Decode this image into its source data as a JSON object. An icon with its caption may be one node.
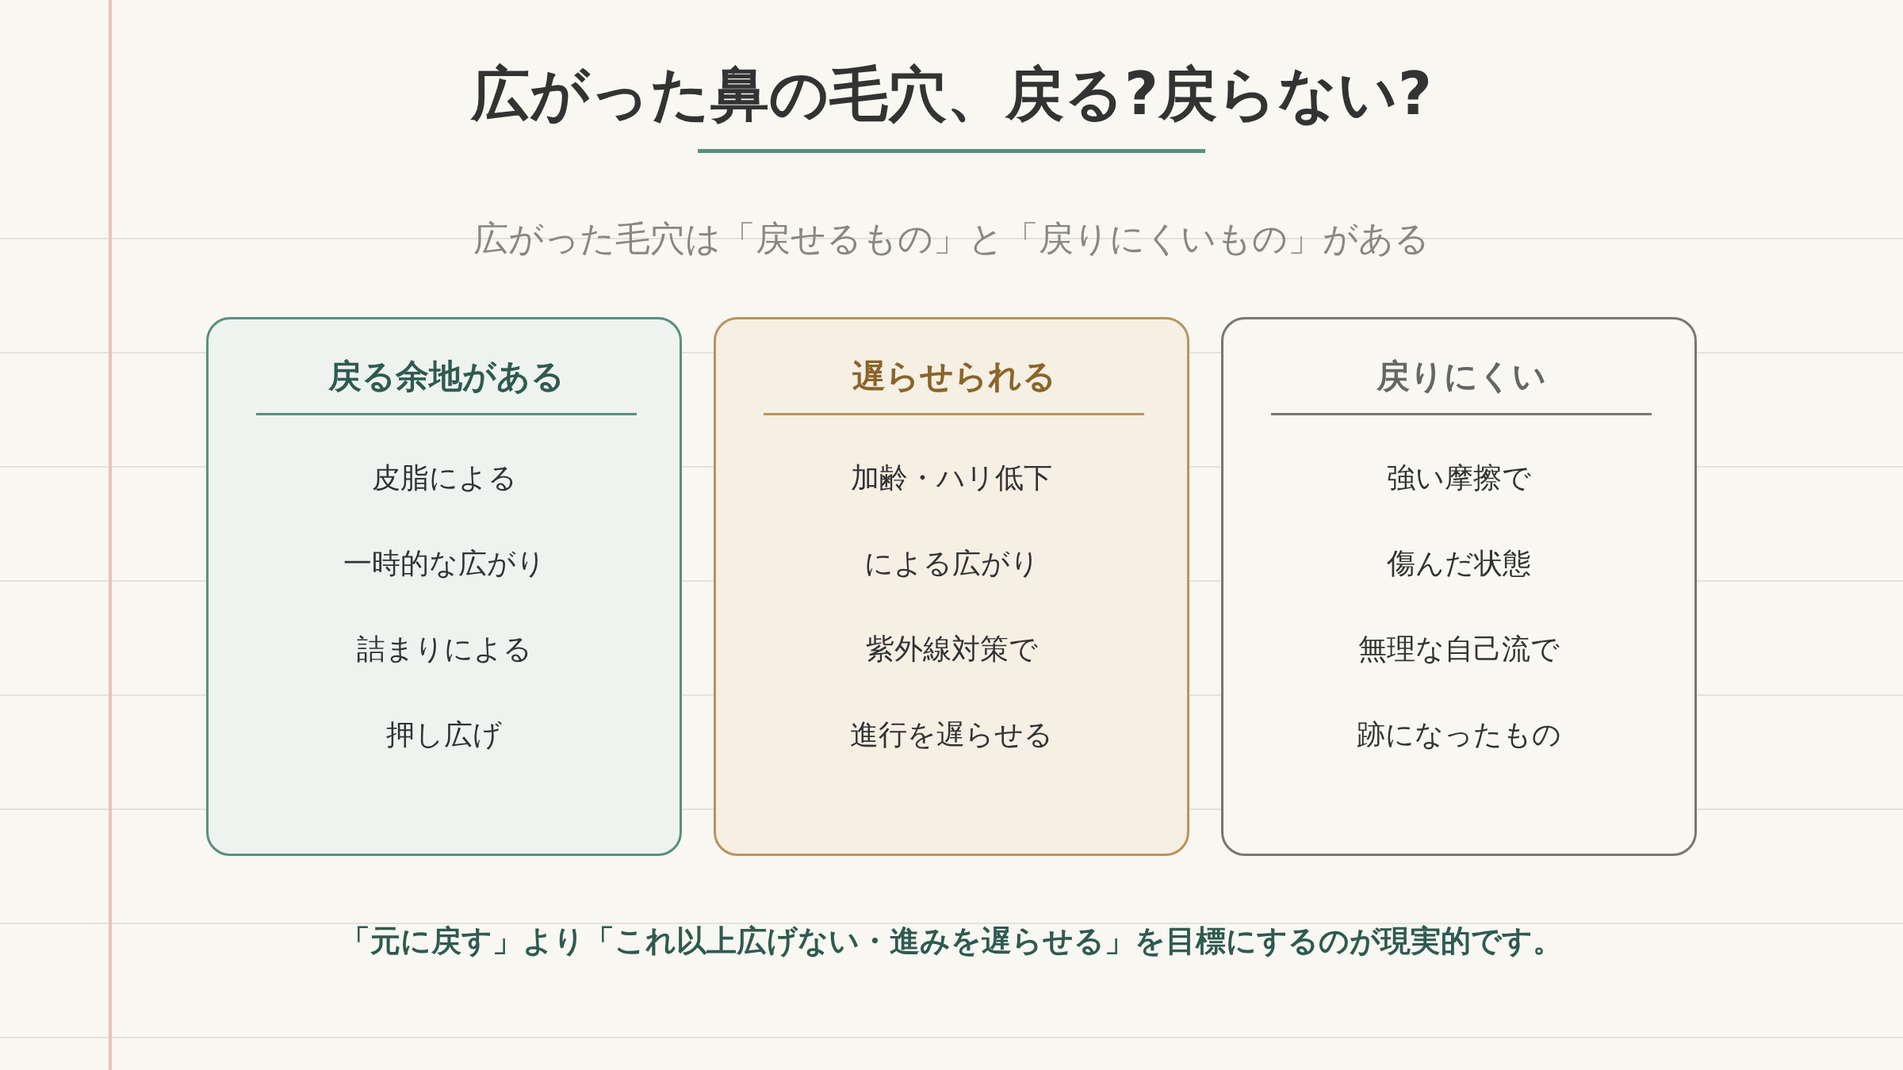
{
  "diagram": {
    "title": "広がった鼻の毛穴、戻る?戻らない?",
    "caption": "「元に戻す」より「これ以上広げない・進みを遅らせる」を目標にするのが現実的です。",
    "nodes": [
      {
        "text": [
          "戻る余地がある",
          "皮脂による",
          "一時的な広がり",
          "詰まりによる",
          "押し広げ"
        ]
      },
      {
        "text": [
          "遅らせられる",
          "加齢・ハリ低下",
          "による広がり",
          "紫外線対策で",
          "進行を遅らせる"
        ]
      },
      {
        "text": [
          "戻りにくい",
          "強い摩擦で",
          "傷んだ状態",
          "無理な自己流で",
          "跡になったもの"
        ]
      }
    ],
    "edges": [],
    "labels": [
      "広がった毛穴は「戻せるもの」と「戻りにくいもの」がある"
    ]
  }
}
